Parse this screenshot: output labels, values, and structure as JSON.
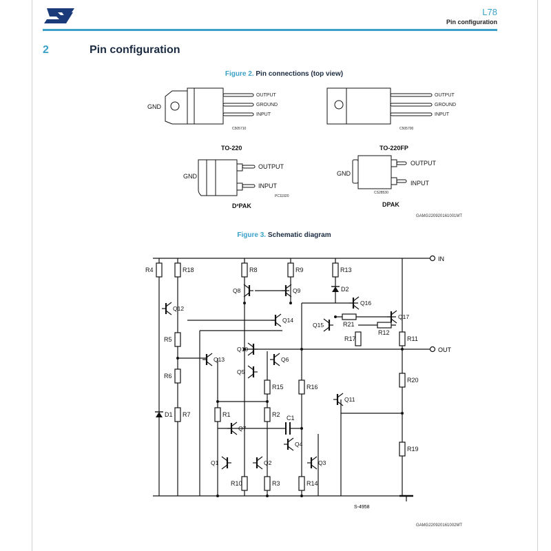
{
  "header": {
    "doc_title": "L78",
    "section_title": "Pin configuration"
  },
  "section": {
    "number": "2",
    "title": "Pin configuration"
  },
  "figure2": {
    "number": "Figure 2.",
    "title": "Pin connections (top view)",
    "id": "GAMG220920161001MT",
    "to220": {
      "name": "TO-220",
      "code": "C505710",
      "gnd": "GND",
      "output": "OUTPUT",
      "ground": "GROUND",
      "input": "INPUT"
    },
    "to220fp": {
      "name": "TO-220FP",
      "code": "C505700",
      "output": "OUTPUT",
      "ground": "GROUND",
      "input": "INPUT"
    },
    "d2pak": {
      "name": "D²PAK",
      "code": "PC11920",
      "gnd": "GND",
      "output": "OUTPUT",
      "input": "INPUT"
    },
    "dpak": {
      "name": "DPAK",
      "code": "CS28530",
      "gnd": "GND",
      "output": "OUTPUT",
      "input": "INPUT"
    }
  },
  "figure3": {
    "number": "Figure 3.",
    "title": "Schematic diagram",
    "id": "GAMG220920161002MT",
    "drawing_no": "S-4958",
    "terminals": {
      "in": "IN",
      "out": "OUT"
    },
    "resistors": [
      "R4",
      "R18",
      "R8",
      "R9",
      "R13",
      "R5",
      "R6",
      "R7",
      "R21",
      "R17",
      "R12",
      "R11",
      "R15",
      "R16",
      "R20",
      "R1",
      "R2",
      "R19",
      "R10",
      "R3",
      "R14"
    ],
    "transistors": [
      "Q8",
      "Q9",
      "Q16",
      "Q12",
      "Q14",
      "Q15",
      "Q17",
      "Q10",
      "Q6",
      "Q13",
      "Q5",
      "Q11",
      "Q7",
      "Q4",
      "Q1",
      "Q2",
      "Q3"
    ],
    "diodes": [
      "D1",
      "D2"
    ],
    "capacitors": [
      "C1"
    ]
  }
}
